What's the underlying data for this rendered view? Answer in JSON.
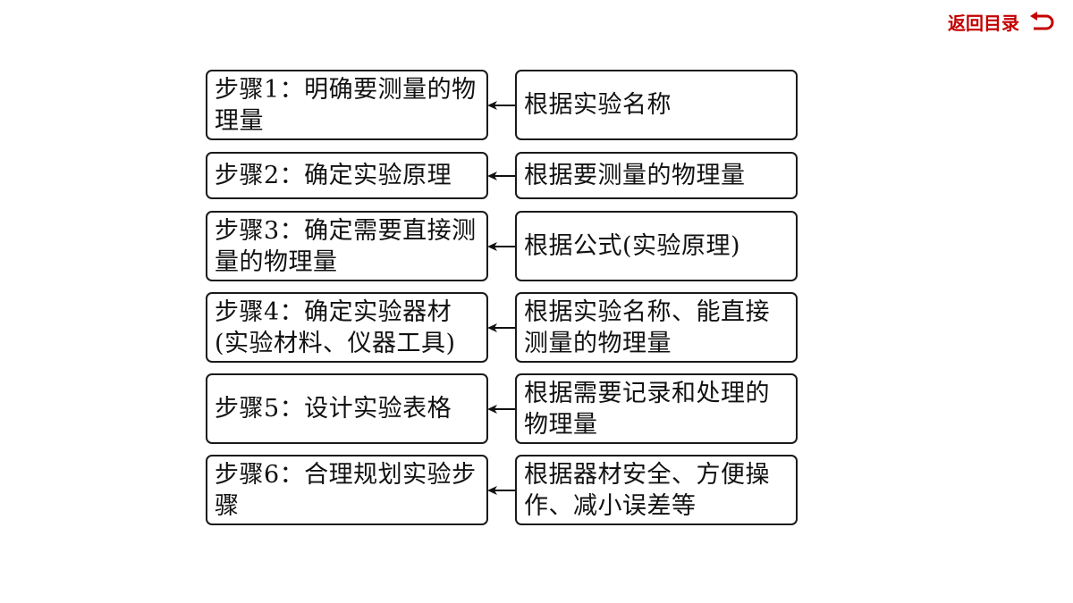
{
  "nav": {
    "back_label": "返回目录",
    "back_icon": "return-arrow-icon",
    "accent_color": "#c40000"
  },
  "steps": [
    {
      "step": "步骤1：明确要测量的物理量",
      "basis": "根据实验名称"
    },
    {
      "step": "步骤2：确定实验原理",
      "basis": "根据要测量的物理量"
    },
    {
      "step": "步骤3：确定需要直接测量的物理量",
      "basis": "根据公式(实验原理)"
    },
    {
      "step": "步骤4：确定实验器材(实验材料、仪器工具)",
      "basis": "根据实验名称、能直接测量的物理量"
    },
    {
      "step": "步骤5：设计实验表格",
      "basis": "根据需要记录和处理的物理量"
    },
    {
      "step": "步骤6：合理规划实验步骤",
      "basis": "根据器材安全、方便操作、减小误差等"
    }
  ]
}
